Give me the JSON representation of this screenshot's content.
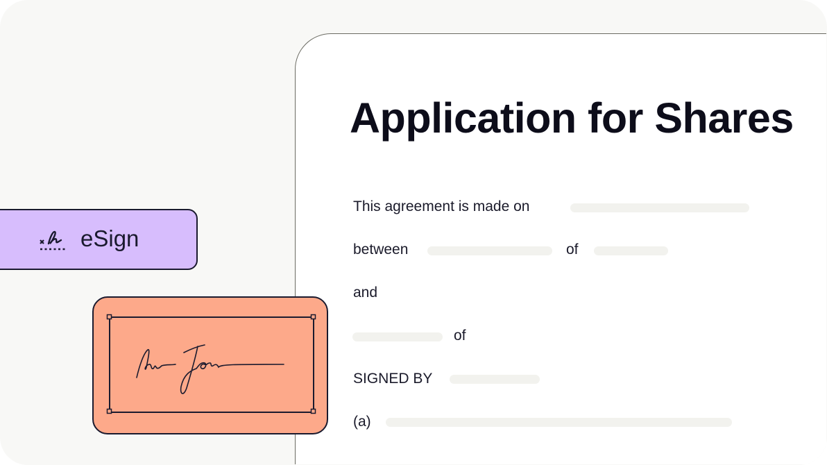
{
  "document": {
    "title": "Application for Shares",
    "lines": {
      "agreement": "This agreement is made on",
      "between": "between",
      "of1": "of",
      "and": "and",
      "of2": "of",
      "signed_by": "SIGNED BY",
      "a": "(a)"
    }
  },
  "esign": {
    "label": "eSign",
    "icon": "signature-icon"
  },
  "colors": {
    "background": "#f8f8f6",
    "esign": "#d7bdfd",
    "signature_card": "#fda98a",
    "placeholder": "#f2f2ee"
  }
}
